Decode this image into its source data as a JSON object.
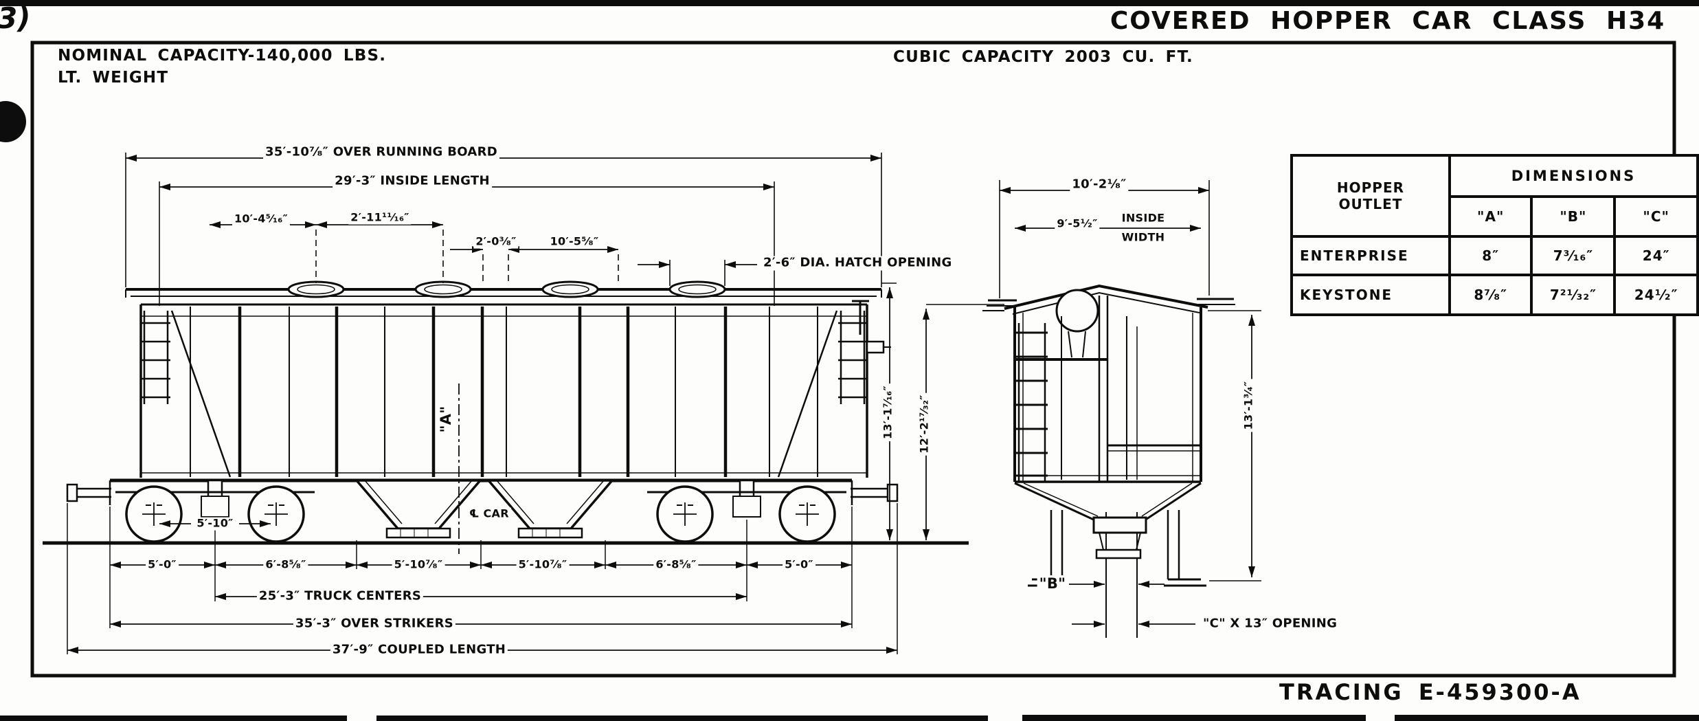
{
  "page": {
    "margin_note": "3)",
    "title": "COVERED HOPPER CAR CLASS H34",
    "tracing_number": "TRACING E-459300-A",
    "ink_color": "#0d0d0d",
    "paper_color": "#fdfdfc"
  },
  "notes": {
    "nominal_capacity": "NOMINAL CAPACITY-140,000 LBS.",
    "light_weight": "LT. WEIGHT",
    "cubic_capacity": "CUBIC CAPACITY 2003 CU. FT."
  },
  "side_view": {
    "over_running_board": "35′-10⁷⁄₈″ OVER RUNNING BOARD",
    "inside_length": "29′-3″ INSIDE LENGTH",
    "hatch_dim_1": "10′-4⁵⁄₁₆″",
    "hatch_dim_2": "2′-11¹¹⁄₁₆″",
    "hatch_dim_3": "2′-0³⁄₈″",
    "hatch_dim_4": "10′-5⁵⁄₈″",
    "hatch_opening": "2′-6″ DIA. HATCH OPENING",
    "height_over_running_board": "13′-1⁷⁄₁₆″",
    "height_eaves": "12′-2¹⁷⁄₃₂″",
    "label_a": "\"A\"",
    "centerline_car": "℄ CAR",
    "wheelbase": "5′-10″",
    "axle_dims": [
      "5′-0″",
      "6′-8⁵⁄₈″",
      "5′-10⁷⁄₈″",
      "5′-10⁷⁄₈″",
      "6′-8⁵⁄₈″",
      "5′-0″"
    ],
    "truck_centers": "25′-3″ TRUCK CENTERS",
    "over_strikers": "35′-3″ OVER STRIKERS",
    "coupled_length": "37′-9″ COUPLED LENGTH"
  },
  "end_view": {
    "overall_width": "10′-2¹⁄₈″",
    "inside_width": "9′-5¹⁄₂″",
    "inside_caption_1": "INSIDE",
    "inside_caption_2": "WIDTH",
    "height": "13′-1³⁄₄″",
    "label_b": "\"B\"",
    "opening": "\"C\" X 13″ OPENING"
  },
  "outlet_table": {
    "col_header_line1": "HOPPER",
    "col_header_line2": "OUTLET",
    "dims_header": "DIMENSIONS",
    "col_a": "\"A\"",
    "col_b": "\"B\"",
    "col_c": "\"C\"",
    "rows": [
      {
        "name": "ENTERPRISE",
        "a": "8″",
        "b": "7³⁄₁₆″",
        "c": "24″"
      },
      {
        "name": "KEYSTONE",
        "a": "8⁷⁄₈″",
        "b": "7²¹⁄₃₂″",
        "c": "24¹⁄₂″"
      }
    ]
  }
}
